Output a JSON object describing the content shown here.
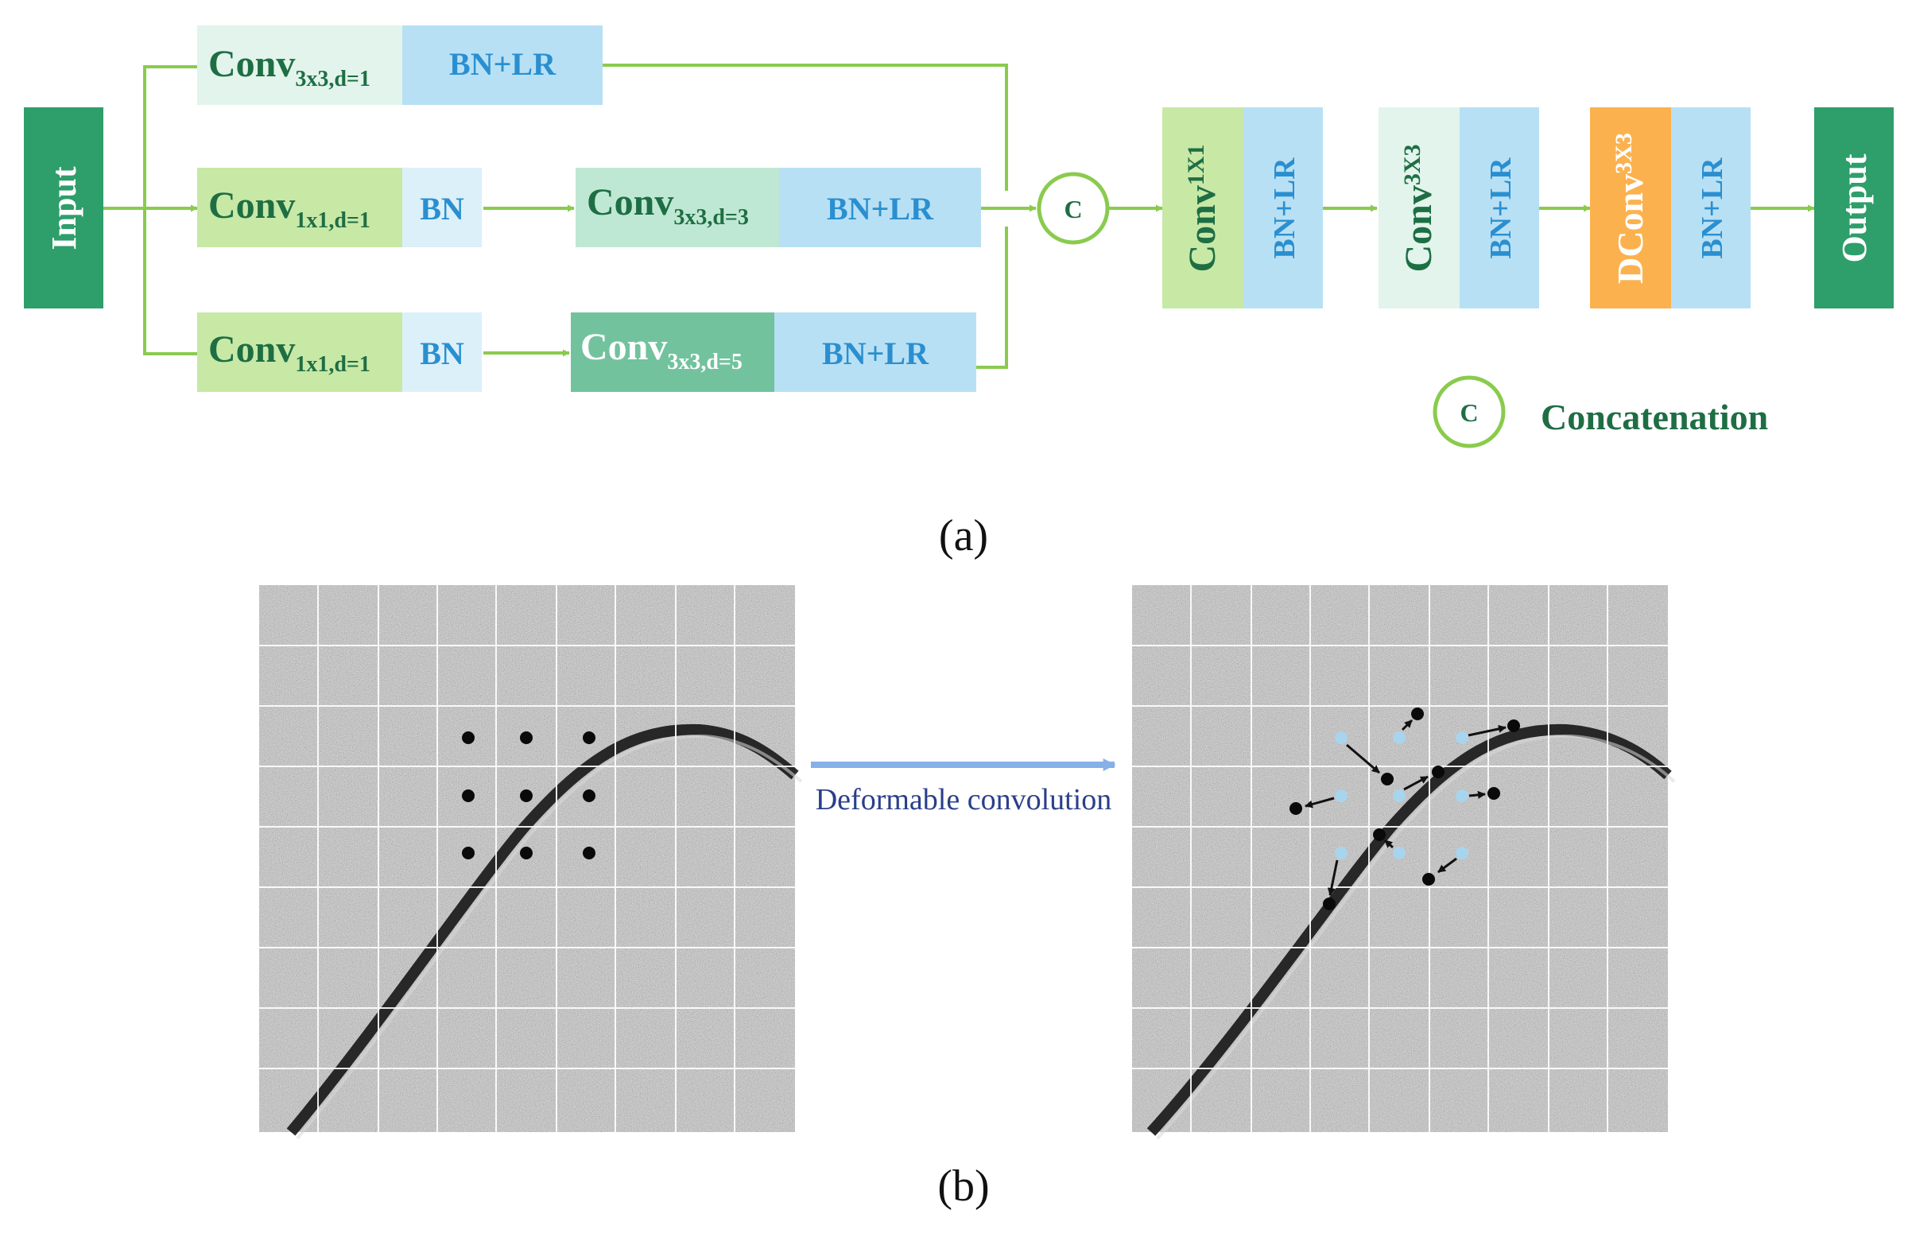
{
  "colors": {
    "dark_green": "#2e9e6a",
    "text_green": "#1e6e44",
    "light_mint": "#e2f4ec",
    "light_lime": "#c8e8a6",
    "mint": "#bfe8d4",
    "teal_mid": "#72c29e",
    "blue": "#b8e0f4",
    "pale_blue": "#dcf0fa",
    "blue_text": "#2a8fd0",
    "orange": "#fbb24e",
    "arrow_green": "#8acb4e",
    "deform_arrow": "#86b0e8",
    "deform_text": "#2a3f8a",
    "offset_dot": "#a8d4ee"
  },
  "panel_a": {
    "input_label": "Input",
    "output_label": "Output",
    "branch1": {
      "conv_main": "Conv",
      "conv_sub": "3x3,d=1",
      "bn": "BN+LR"
    },
    "branch2": {
      "conv1_main": "Conv",
      "conv1_sub": "1x1,d=1",
      "bn1": "BN",
      "conv2_main": "Conv",
      "conv2_sub": "3x3,d=3",
      "bn2": "BN+LR"
    },
    "branch3": {
      "conv1_main": "Conv",
      "conv1_sub": "1x1,d=1",
      "bn1": "BN",
      "conv2_main": "Conv",
      "conv2_sub": "3x3,d=5",
      "bn2": "BN+LR"
    },
    "concat_symbol": "C",
    "stage1": {
      "conv_main": "Conv",
      "conv_sub": "1X1",
      "bn": "BN+LR"
    },
    "stage2": {
      "conv_main": "Conv",
      "conv_sub": "3X3",
      "bn": "BN+LR"
    },
    "stage3": {
      "conv_main": "DConv",
      "conv_sub": "3X3",
      "bn": "BN+LR"
    },
    "legend": {
      "symbol": "C",
      "label": "Concatenation"
    },
    "caption": "(a)"
  },
  "panel_b": {
    "arrow_label": "Deformable convolution",
    "caption": "(b)"
  }
}
